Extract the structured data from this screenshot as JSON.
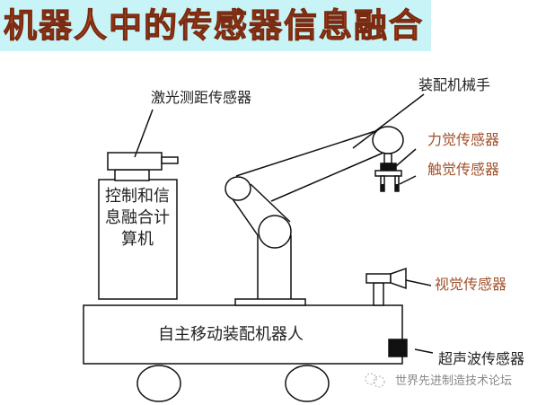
{
  "title": "机器人中的传感器信息融合",
  "labels": {
    "laser_sensor": "激光测距传感器",
    "manipulator": "装配机械手",
    "force_sensor": "力觉传感器",
    "touch_sensor": "触觉传感器",
    "vision_sensor": "视觉传感器",
    "ultrasonic_sensor": "超声波传感器",
    "computer": [
      "控制和信",
      "息融合计",
      "算机"
    ],
    "mobile_robot": "自主移动装配机器人"
  },
  "watermark": "世界先进制造技术论坛",
  "colors": {
    "banner": "#c9f4f7",
    "title": "#b0481e",
    "sensor_label": "#a0522d"
  }
}
